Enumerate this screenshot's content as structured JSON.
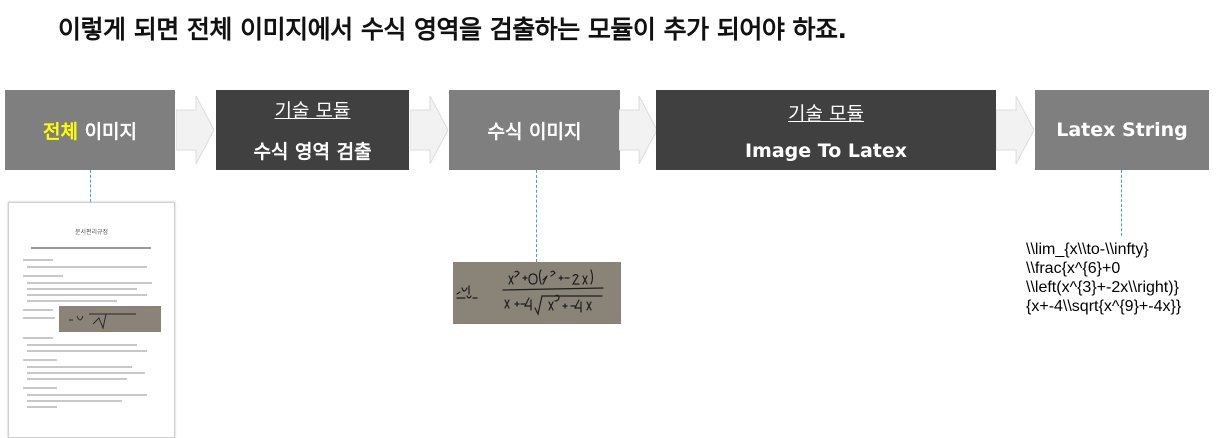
{
  "title": "이렇게 되면 전체 이미지에서 수식 영역을 검출하는 모듈이 추가 되어야 하죠.",
  "steps": [
    {
      "label_highlight": "전체",
      "label_rest": " 이미지"
    },
    {
      "sub": "기술 모듈",
      "label": "수식 영역 검출"
    },
    {
      "label": "수식 이미지"
    },
    {
      "sub": "기술 모듈",
      "label": "Image To Latex"
    },
    {
      "label": "Latex String"
    }
  ],
  "document": {
    "title": "문서편리규정"
  },
  "latex_output": "\\\\lim_{x\\\\to-\\\\infty}\n\\\\frac{x^{6}+0\n\\\\left(x^{3}+-2x\\\\right)}\n{x+-4\\\\sqrt{x^{9}+-4x}}",
  "colors": {
    "box_light": "#7f7f7f",
    "box_dark": "#404040",
    "highlight": "#ffff00",
    "connector": "#3aa6d8"
  }
}
